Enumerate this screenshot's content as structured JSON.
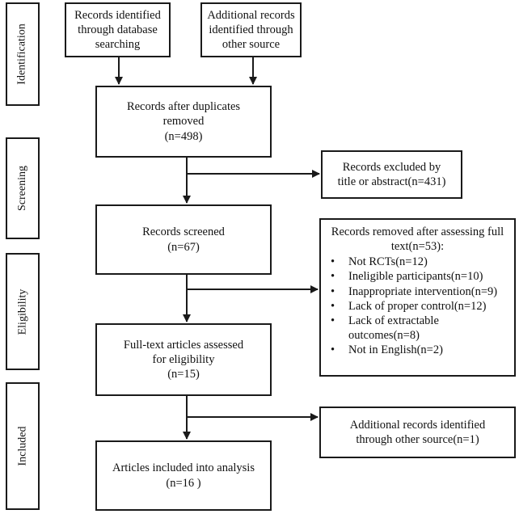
{
  "stages": {
    "identification": "Identification",
    "screening": "Screening",
    "eligibility": "Eligibility",
    "included": "Included"
  },
  "boxes": {
    "db_search": "Records identified\nthrough database\nsearching",
    "other_source": "Additional records\nidentified through\nother source",
    "after_duplicates": "Records after duplicates\nremoved\n(n=498)",
    "excluded_title": "Records excluded by\ntitle or abstract(n=431)",
    "screened": "Records screened\n(n=67)",
    "fulltext_assessed": "Full-text articles assessed\nfor eligibility\n(n=15)",
    "additional_other": "Additional records identified\nthrough other source(n=1)",
    "included_analysis": "Articles included into analysis\n(n=16 )"
  },
  "removed": {
    "heading": "Records removed after assessing full\ntext(n=53):",
    "items": [
      "Not RCTs(n=12)",
      "Ineligible participants(n=10)",
      "Inappropriate intervention(n=9)",
      "Lack of proper control(n=12)",
      "Lack of extractable\noutcomes(n=8)",
      "Not in English(n=2)"
    ]
  }
}
